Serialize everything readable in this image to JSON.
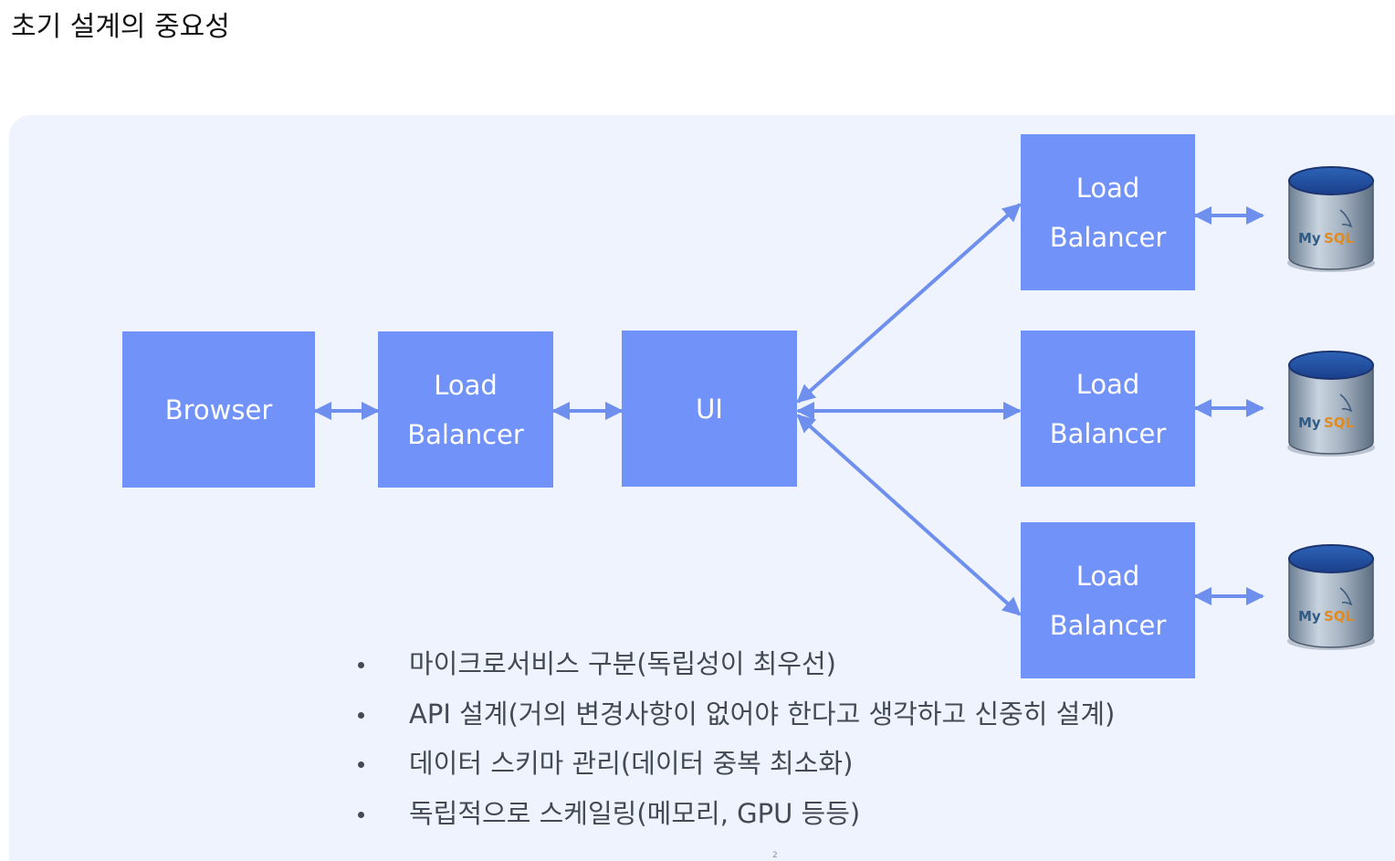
{
  "page_title": "초기 설계의 중요성",
  "colors": {
    "slide_bg": "#eef3fd",
    "box": "#7192f9",
    "arrow": "#6f8fee",
    "box_text": "#ffffff",
    "bullet_text": "#444a55"
  },
  "diagram": {
    "browser": {
      "label": "Browser"
    },
    "front_lb": {
      "line1": "Load",
      "line2": "Balancer"
    },
    "ui": {
      "label": "UI"
    },
    "service_lbs": [
      {
        "line1": "Load",
        "line2": "Balancer"
      },
      {
        "line1": "Load",
        "line2": "Balancer"
      },
      {
        "line1": "Load",
        "line2": "Balancer"
      }
    ],
    "databases": [
      {
        "icon": "mysql-database-icon",
        "brand_my": "My",
        "brand_sql": "SQL"
      },
      {
        "icon": "mysql-database-icon",
        "brand_my": "My",
        "brand_sql": "SQL"
      },
      {
        "icon": "mysql-database-icon",
        "brand_my": "My",
        "brand_sql": "SQL"
      }
    ]
  },
  "bullets": [
    "마이크로서비스 구분(독립성이 최우선)",
    "API 설계(거의 변경사항이 없어야 한다고 생각하고 신중히 설계)",
    "데이터 스키마 관리(데이터 중복 최소화)",
    "독립적으로 스케일링(메모리, GPU 등등)"
  ],
  "slide_number": "2"
}
